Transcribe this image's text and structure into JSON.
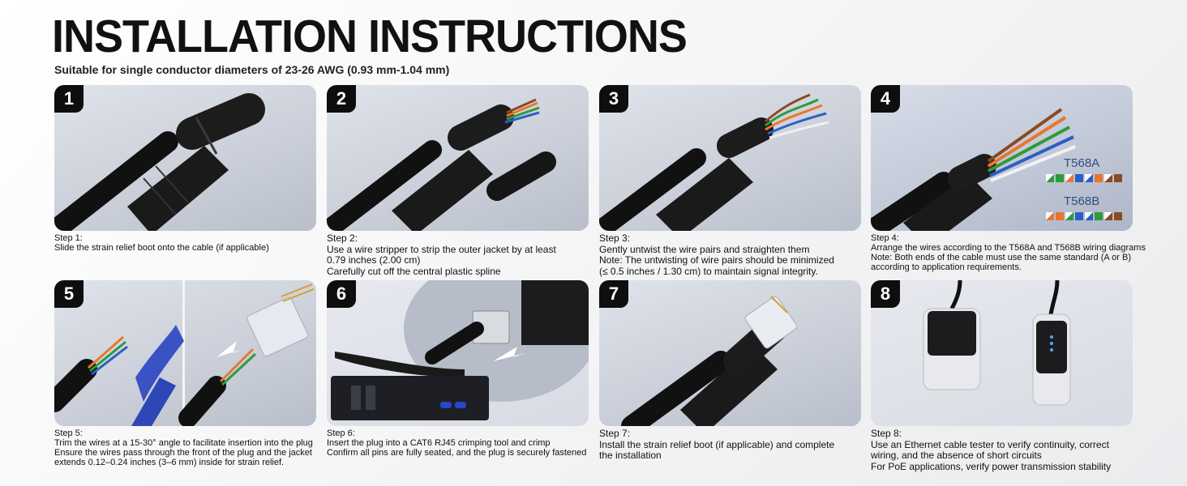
{
  "header": {
    "title": "INSTALLATION INSTRUCTIONS",
    "subtitle": "Suitable for single conductor diameters of 23-26 AWG (0.93 mm-1.04 mm)"
  },
  "steps": [
    {
      "number": "1",
      "label": "Step 1:",
      "lines": [
        "Slide the strain relief boot onto the cable (if applicable)"
      ]
    },
    {
      "number": "2",
      "label": "Step 2:",
      "lines": [
        "Use a wire stripper to strip the outer jacket by at least",
        "0.79 inches (2.00 cm)",
        "Carefully cut off the central plastic spline"
      ]
    },
    {
      "number": "3",
      "label": "Step 3:",
      "lines": [
        "Gently untwist the wire pairs and straighten them",
        "Note: The untwisting of wire pairs should be minimized",
        "(≤ 0.5 inches / 1.30 cm) to maintain signal integrity."
      ]
    },
    {
      "number": "4",
      "label": "Step 4:",
      "lines": [
        "Arrange the wires according to the T568A and T568B wiring diagrams",
        "Note: Both ends of the cable must use the same standard (A or B)",
        "according to application requirements."
      ],
      "standards": [
        "T568A",
        "T568B"
      ]
    },
    {
      "number": "5",
      "label": "Step 5:",
      "lines": [
        "Trim the wires at a 15-30° angle to facilitate insertion into the plug",
        "Ensure the wires pass through the front of the plug and the jacket",
        "extends 0.12–0.24 inches (3–6 mm) inside for strain relief."
      ]
    },
    {
      "number": "6",
      "label": "Step 6:",
      "lines": [
        "Insert the plug into a CAT6 RJ45 crimping tool and crimp",
        "Confirm all pins are fully seated, and the plug is securely fastened"
      ]
    },
    {
      "number": "7",
      "label": "Step 7:",
      "lines": [
        "Install the strain relief boot (if applicable) and complete",
        "the installation"
      ]
    },
    {
      "number": "8",
      "label": "Step 8:",
      "lines": [
        "Use an Ethernet cable tester to verify continuity, correct",
        "wiring, and the absence of short circuits",
        "For PoE applications, verify power transmission stability"
      ]
    }
  ],
  "colors": {
    "badge": "#0e0e0e",
    "wire_orange": "#e8772e",
    "wire_green": "#2f9a3c",
    "wire_blue": "#2b5fc4",
    "wire_brown": "#8a4a22",
    "standard_label": "#2f4f7f"
  }
}
